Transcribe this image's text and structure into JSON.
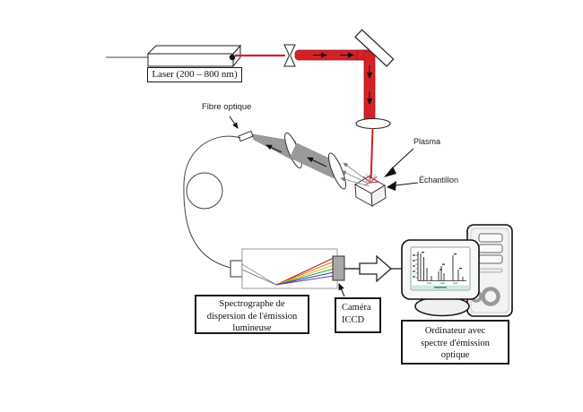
{
  "labels": {
    "laser": "Laser (200 – 800 nm)",
    "fibre_optique": "Fibre optique",
    "plasma": "Plasma",
    "echantillon": "Échantillon",
    "spectrographe": [
      "Spectrographe de",
      "dispersion de l'émission",
      "lumineuse"
    ],
    "camera_iccd": [
      "Caméra",
      "ICCD"
    ],
    "ordinateur": [
      "Ordinateur avec",
      "spectre d'émission",
      "optique"
    ]
  },
  "colors": {
    "laser_beam_red": "#d42128",
    "beam_edge_red": "#a01418",
    "collection_gray": "#9a9a9a",
    "outline_black": "#1a1a1a",
    "screen_teal_strip": "#cde8e1",
    "spectrum_dispersion": [
      "#b22222",
      "#dd7722",
      "#ddc022",
      "#33a033",
      "#2244bb",
      "#7733aa"
    ]
  }
}
